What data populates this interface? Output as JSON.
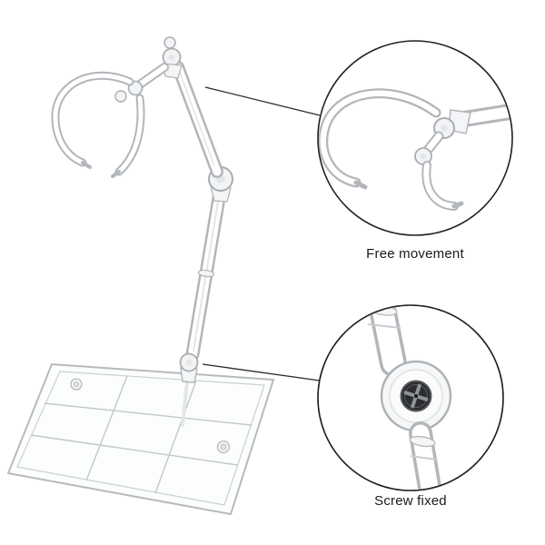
{
  "scene": {
    "type": "product-photo",
    "description": "Transparent articulated action-figure display stand with claw grip, ball joints and clear gridded base plate, shown with two magnified circular detail callouts"
  },
  "callouts": [
    {
      "id": "free-movement",
      "label": "Free movement"
    },
    {
      "id": "screw-fixed",
      "label": "Screw fixed"
    }
  ],
  "colors": {
    "page-bg": "#ffffff",
    "text": "#1a1a1a",
    "callout-outline": "#1f1f1f",
    "connector-line": "#2a2a2a",
    "plastic-edge": "#b2b6ba",
    "plastic-fill": "#f2f3f5",
    "screw-head": "#2b2c2e"
  }
}
